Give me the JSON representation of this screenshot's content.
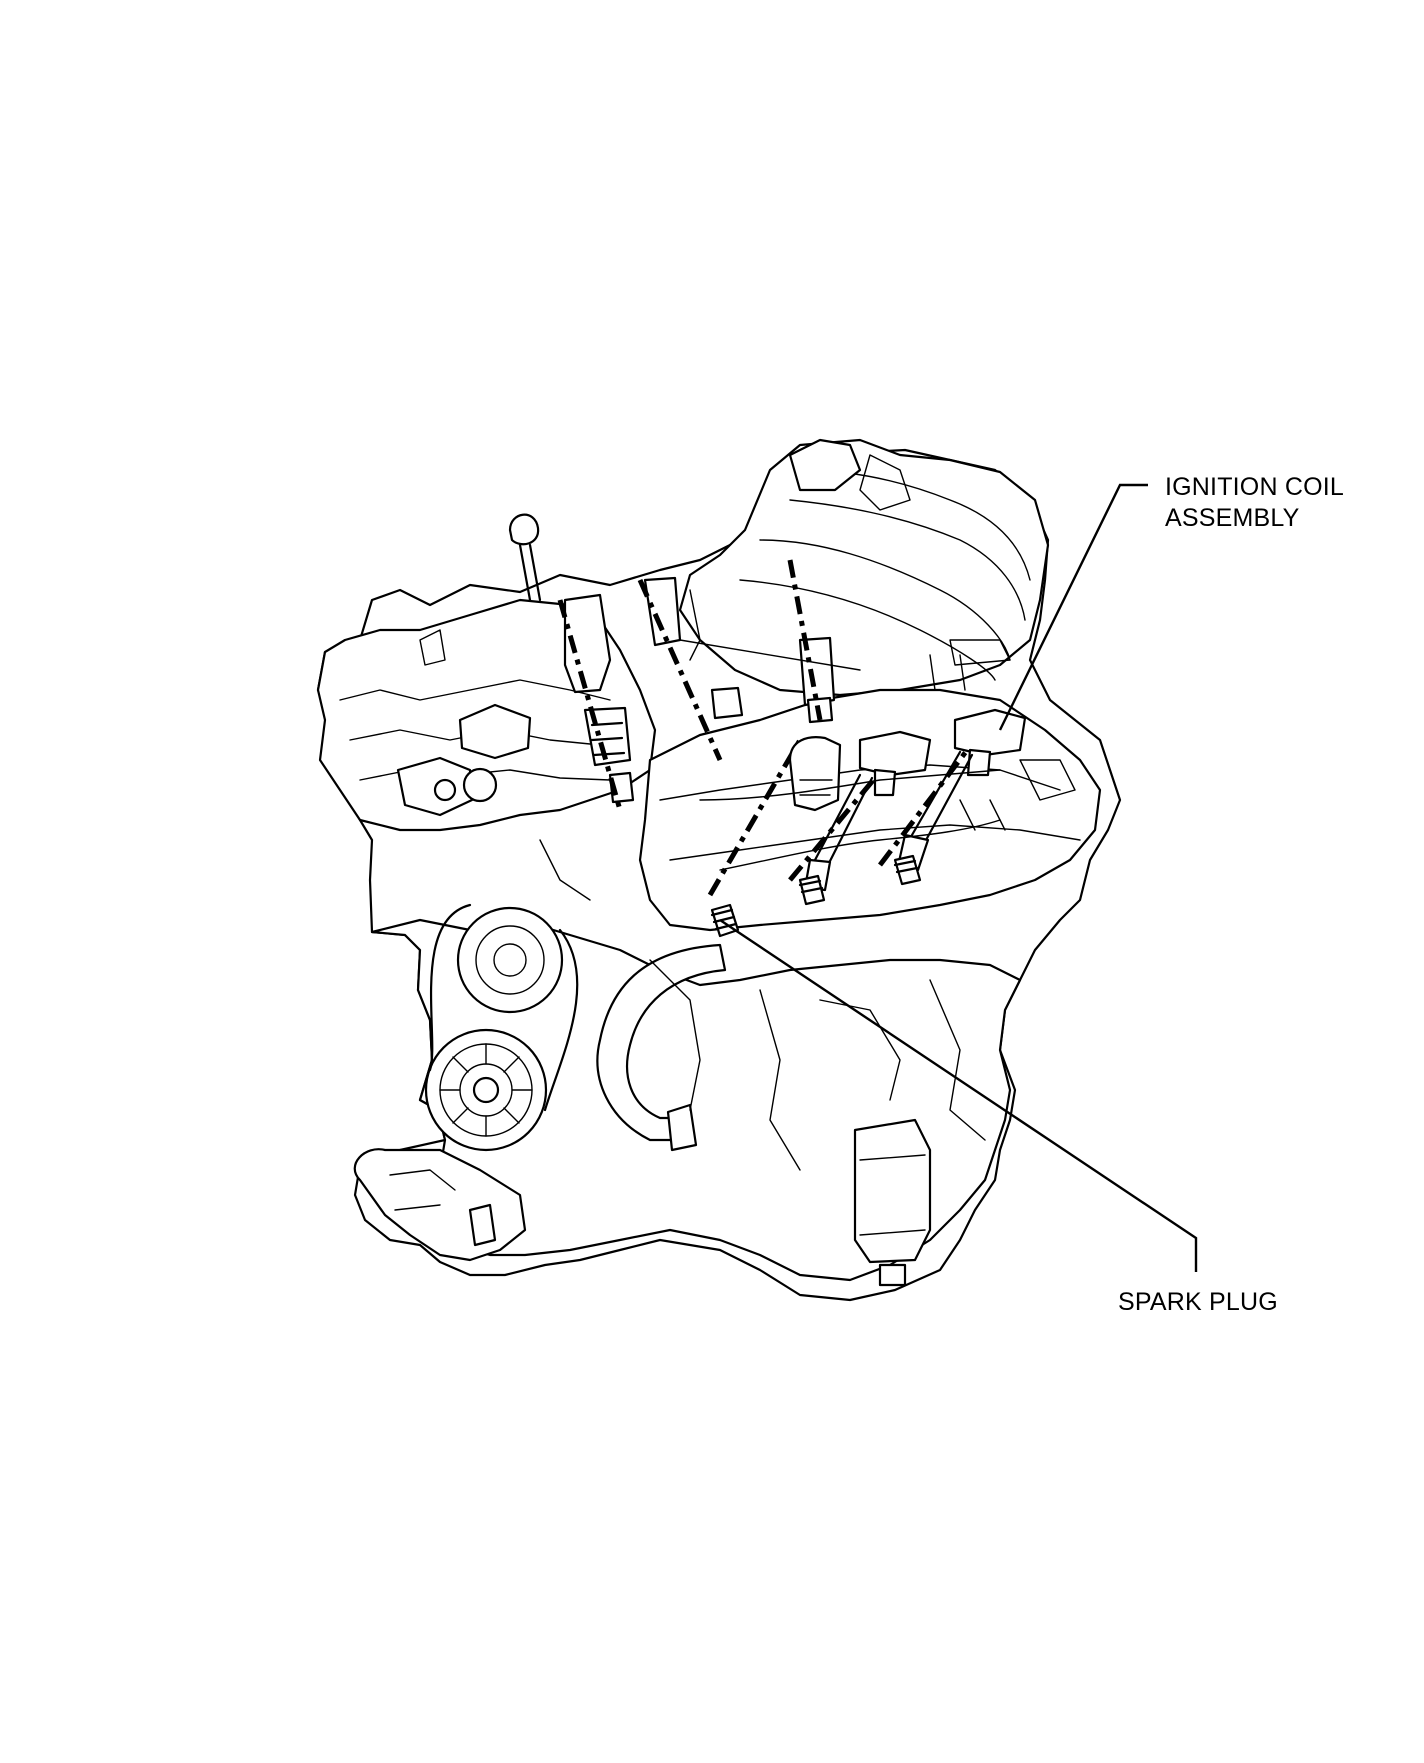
{
  "diagram": {
    "labels": {
      "ignition_coil_line1": "IGNITION COIL",
      "ignition_coil_line2": "ASSEMBLY",
      "spark_plug": "SPARK PLUG"
    },
    "colors": {
      "ink": "#000000",
      "paper": "#ffffff"
    }
  }
}
